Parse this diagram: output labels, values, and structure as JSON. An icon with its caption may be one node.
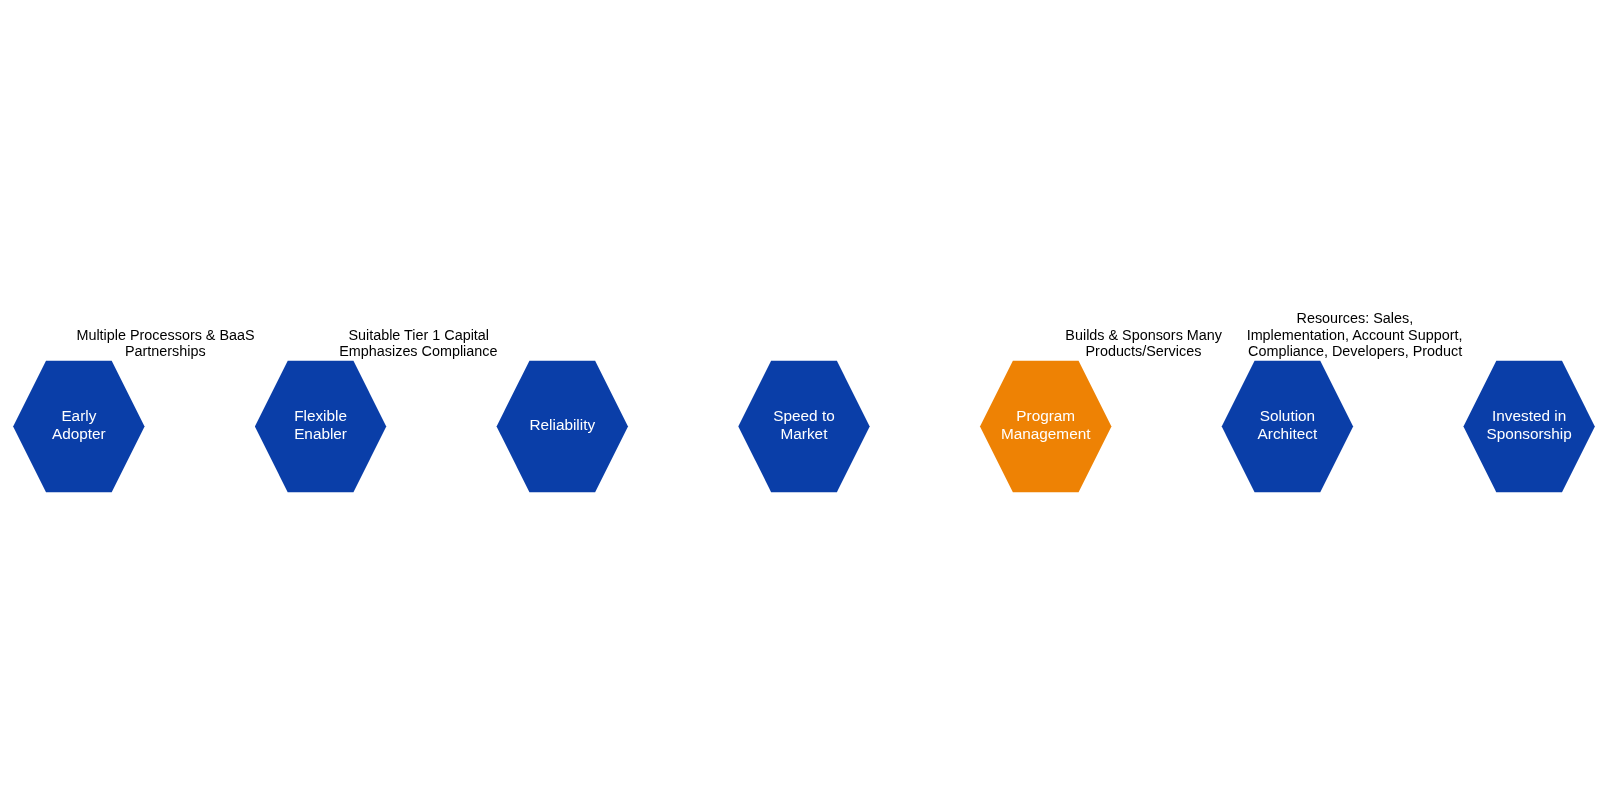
{
  "diagram": {
    "nodes": [
      {
        "text": [
          "Early Adopter"
        ]
      },
      {
        "text": [
          "Flexible Enabler"
        ],
        "beside": [
          "Multiple Processors & BaaS Partnerships"
        ]
      },
      {
        "text": [
          "Reliability"
        ],
        "beside": [
          "Suitable Tier 1 Capital Emphasizes Compliance"
        ]
      },
      {
        "text": [
          "Speed to Market"
        ]
      },
      {
        "text": [
          "Program Management"
        ]
      },
      {
        "text": [
          "Solution Architect"
        ],
        "beside": [
          "Builds & Sponsors Many Products/Services"
        ]
      },
      {
        "text": [
          "Invested in Sponsorship"
        ],
        "beside": [
          "Resources: Sales, Implementation, Account Support, Compliance, Developers, Product"
        ]
      }
    ],
    "edges": []
  }
}
